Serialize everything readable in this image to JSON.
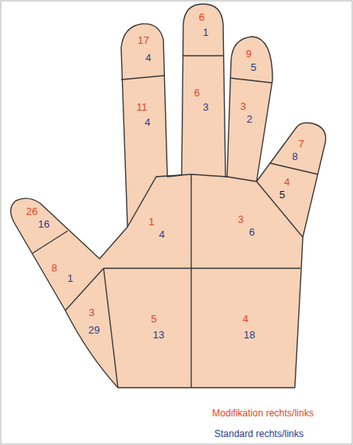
{
  "diagram": {
    "labels": [
      "6",
      "1",
      "17",
      "4",
      "9",
      "5",
      "6",
      "3",
      "11",
      "4",
      "3",
      "2",
      "7",
      "8",
      "4",
      "5",
      "26",
      "16",
      "1",
      "4",
      "3",
      "6",
      "8",
      "1",
      "3",
      "29",
      "5",
      "13",
      "4",
      "18",
      "Modifikation rechts/links",
      "Standard rechts/links"
    ]
  }
}
